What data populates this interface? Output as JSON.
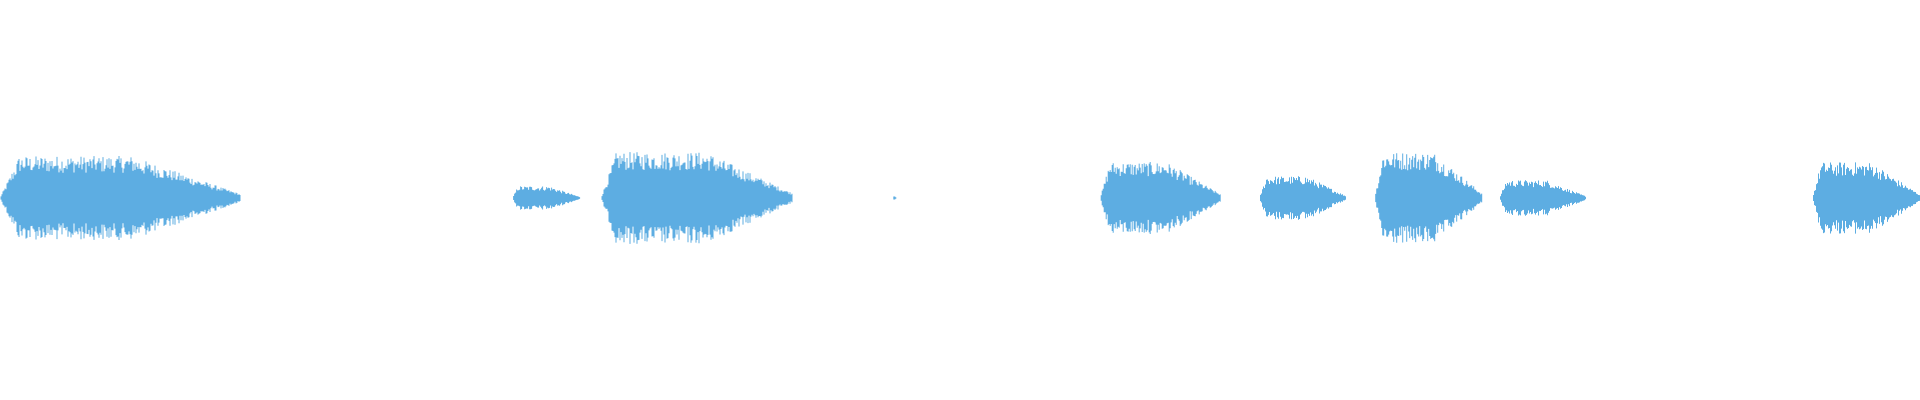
{
  "waveform": {
    "color": "#5dade2",
    "segments": [
      {
        "start": 0.0,
        "end": 0.125,
        "peak": 0.42
      },
      {
        "start": 0.267,
        "end": 0.302,
        "peak": 0.12
      },
      {
        "start": 0.313,
        "end": 0.413,
        "peak": 0.46
      },
      {
        "start": 0.465,
        "end": 0.467,
        "peak": 0.02
      },
      {
        "start": 0.573,
        "end": 0.636,
        "peak": 0.36
      },
      {
        "start": 0.656,
        "end": 0.701,
        "peak": 0.22
      },
      {
        "start": 0.716,
        "end": 0.772,
        "peak": 0.46
      },
      {
        "start": 0.781,
        "end": 0.826,
        "peak": 0.18
      },
      {
        "start": 0.944,
        "end": 1.0,
        "peak": 0.36
      }
    ]
  }
}
